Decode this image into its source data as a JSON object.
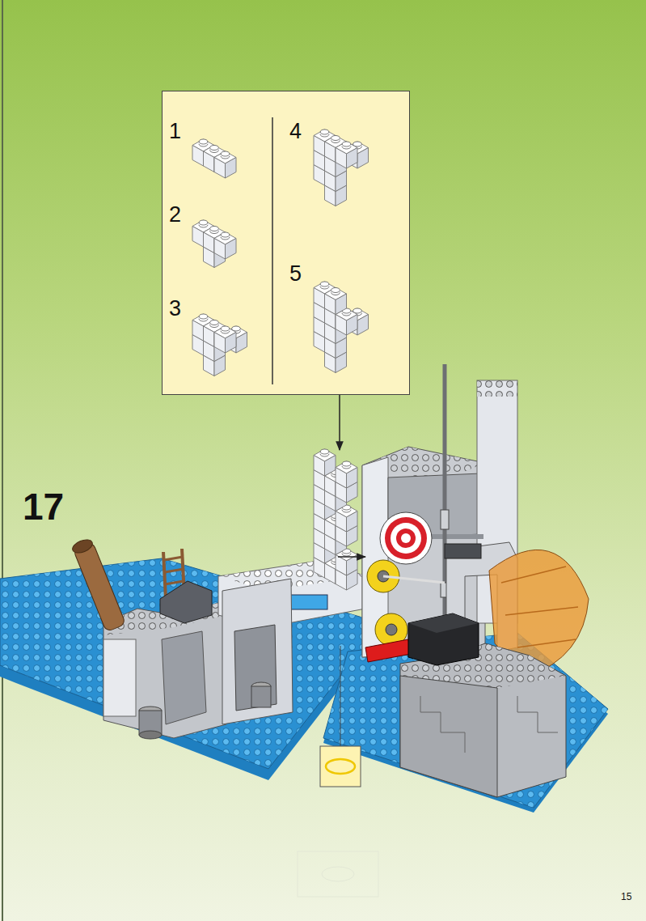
{
  "diagram": {
    "nodes": [
      {
        "text": [
          "1",
          "2",
          "3",
          "4",
          "5"
        ]
      }
    ],
    "labels": [
      "17",
      "15"
    ]
  }
}
